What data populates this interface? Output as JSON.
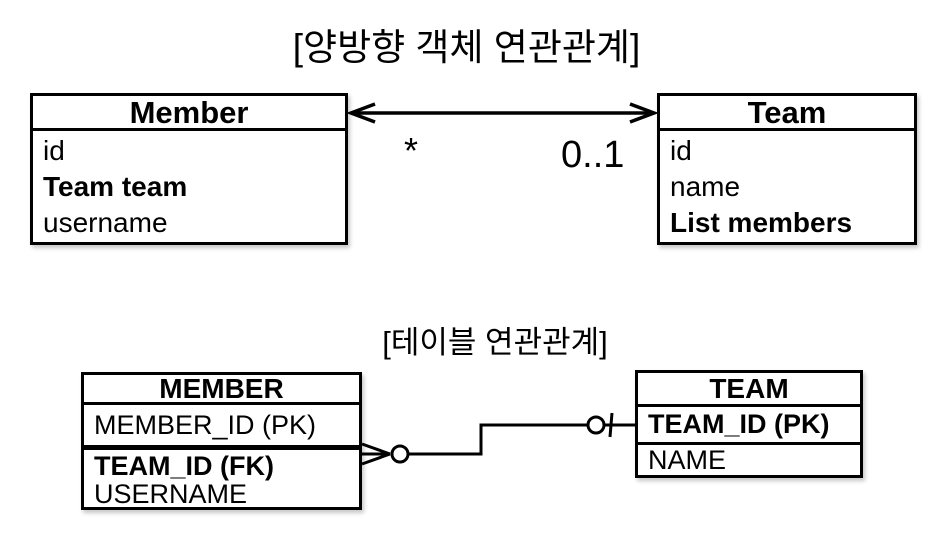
{
  "canvas": {
    "background": "#ffffff",
    "line_color": "#000000"
  },
  "object_diagram": {
    "title": "[양방향 객체 연관관계]",
    "member_class": {
      "name": "Member",
      "fields": [
        "id",
        "Team team",
        "username"
      ]
    },
    "team_class": {
      "name": "Team",
      "fields": [
        "id",
        "name",
        "List members"
      ]
    },
    "association": {
      "type": "bidirectional-arrow",
      "member_side_multiplicity": "*",
      "team_side_multiplicity": "0..1"
    }
  },
  "table_diagram": {
    "title": "[테이블 연관관계]",
    "member_table": {
      "name": "MEMBER",
      "primary_key": "MEMBER_ID (PK)",
      "columns": [
        "TEAM_ID (FK)",
        "USERNAME"
      ]
    },
    "team_table": {
      "name": "TEAM",
      "primary_key": "TEAM_ID (PK)",
      "columns": [
        "NAME"
      ]
    },
    "relationship": {
      "member_side": "zero-or-many",
      "team_side": "zero-or-one"
    }
  }
}
